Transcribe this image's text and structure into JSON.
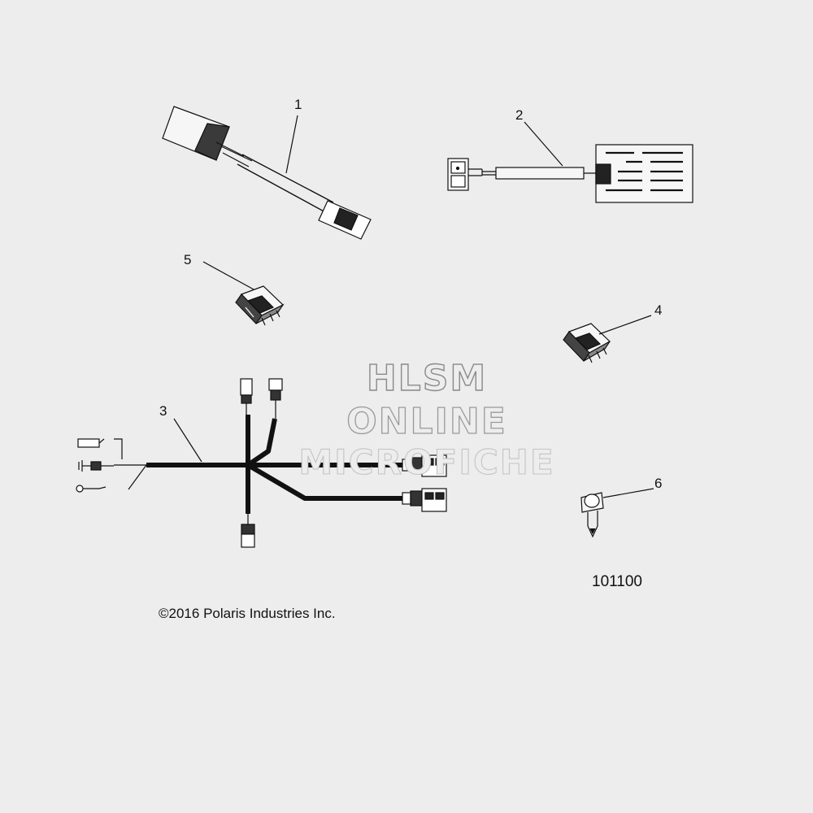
{
  "callouts": [
    {
      "id": "1",
      "label": "1"
    },
    {
      "id": "2",
      "label": "2"
    },
    {
      "id": "3",
      "label": "3"
    },
    {
      "id": "4",
      "label": "4"
    },
    {
      "id": "5",
      "label": "5"
    },
    {
      "id": "6",
      "label": "6"
    }
  ],
  "watermark": {
    "line1": "HLSM",
    "line2": "ONLINE",
    "line3": "MICROFICHE"
  },
  "diagram_id": "101100",
  "copyright": "©2016 Polaris Industries Inc.",
  "colors": {
    "background": "#ededed",
    "line": "#111111",
    "watermark_stroke": "#8a8a8a"
  }
}
